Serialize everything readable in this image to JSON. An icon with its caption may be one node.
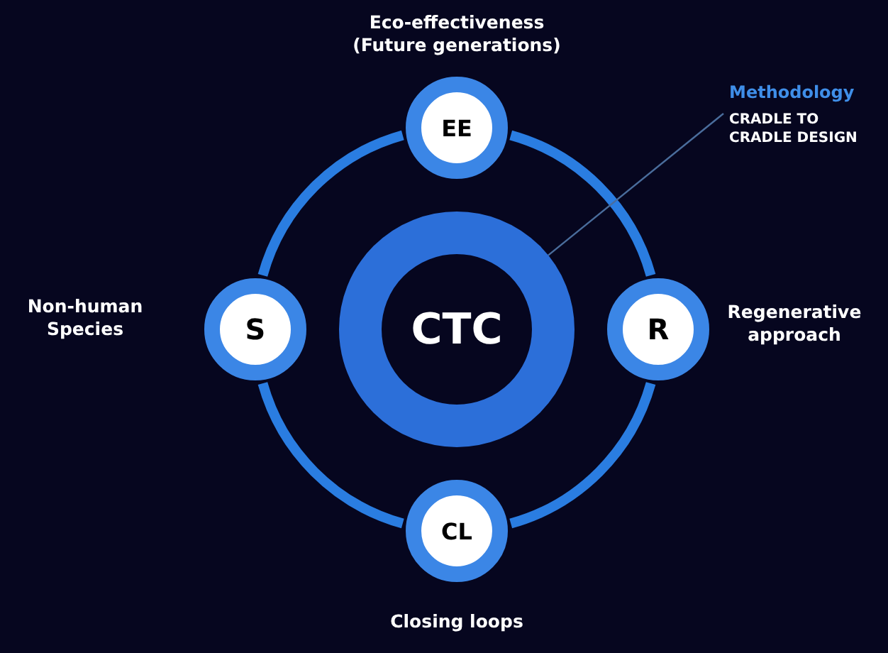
{
  "diagram": {
    "nodes": [
      {
        "text": [
          "CTC"
        ]
      },
      {
        "text": [
          "EE"
        ],
        "beside": [
          "Eco-effectiveness (Future generations)"
        ]
      },
      {
        "text": [
          "R"
        ],
        "beside": [
          "Regenerative approach"
        ]
      },
      {
        "text": [
          "CL"
        ],
        "beside": [
          "Closing loops"
        ]
      },
      {
        "text": [
          "S"
        ],
        "beside": [
          "Non-human Species"
        ]
      },
      {
        "text": [
          "Methodology",
          "CRADLE TO CRADLE DESIGN"
        ]
      }
    ],
    "edges": [
      {
        "from": 1,
        "to": 2,
        "arrow": "none"
      },
      {
        "from": 2,
        "to": 3,
        "arrow": "none"
      },
      {
        "from": 3,
        "to": 4,
        "arrow": "none"
      },
      {
        "from": 4,
        "to": 1,
        "arrow": "none"
      },
      {
        "from": 5,
        "to": 0,
        "arrow": "none",
        "color": "#4a6d9c"
      }
    ]
  }
}
